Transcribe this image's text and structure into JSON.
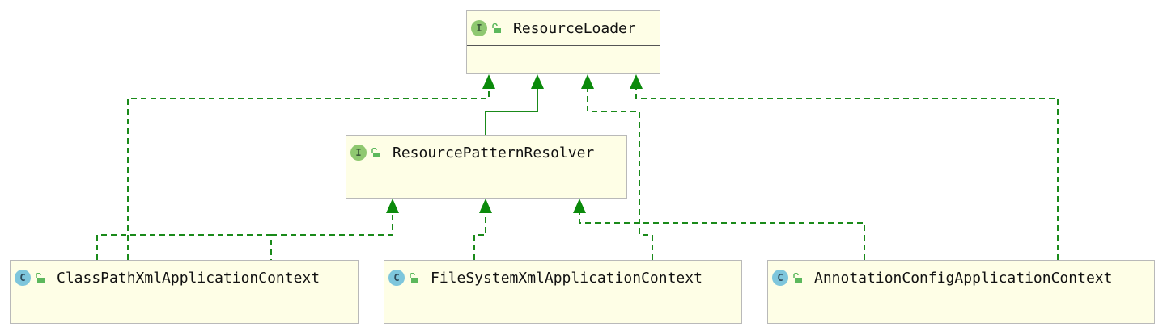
{
  "diagram": {
    "nodes": [
      {
        "id": "resource-loader",
        "kind": "interface",
        "badge": "I",
        "name": "ResourceLoader"
      },
      {
        "id": "resource-pattern-resolver",
        "kind": "interface",
        "badge": "I",
        "name": "ResourcePatternResolver"
      },
      {
        "id": "classpath-xml-app-context",
        "kind": "class",
        "badge": "C",
        "name": "ClassPathXmlApplicationContext"
      },
      {
        "id": "filesystem-xml-app-context",
        "kind": "class",
        "badge": "C",
        "name": "FileSystemXmlApplicationContext"
      },
      {
        "id": "annotation-config-app-context",
        "kind": "class",
        "badge": "C",
        "name": "AnnotationConfigApplicationContext"
      }
    ],
    "edges": [
      {
        "from": "resource-pattern-resolver",
        "to": "resource-loader",
        "type": "extends"
      },
      {
        "from": "classpath-xml-app-context",
        "to": "resource-loader",
        "type": "implements"
      },
      {
        "from": "filesystem-xml-app-context",
        "to": "resource-loader",
        "type": "implements"
      },
      {
        "from": "annotation-config-app-context",
        "to": "resource-loader",
        "type": "implements"
      },
      {
        "from": "classpath-xml-app-context",
        "to": "resource-pattern-resolver",
        "type": "implements"
      },
      {
        "from": "filesystem-xml-app-context",
        "to": "resource-pattern-resolver",
        "type": "implements"
      },
      {
        "from": "annotation-config-app-context",
        "to": "resource-pattern-resolver",
        "type": "implements"
      }
    ],
    "colors": {
      "edge": "#1a8a1a",
      "arrowhead": "#0b8a0b",
      "node_fill": "#fefee6",
      "interface_badge": "#8fc870",
      "class_badge": "#7ec6dc"
    },
    "icons": {
      "interface": "interface-badge-icon",
      "class": "class-badge-icon",
      "visibility": "unlocked-padlock-icon"
    }
  }
}
